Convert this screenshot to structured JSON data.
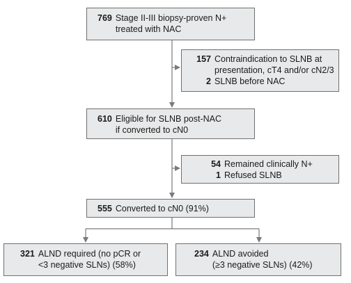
{
  "nodes": {
    "enrolled": {
      "count": "769",
      "line1": "Stage II-III biopsy-proven N+",
      "line2": "treated with NAC"
    },
    "excluded1": {
      "items": [
        {
          "count": "157",
          "line1": "Contraindication to SLNB at",
          "line2": "presentation, cT4 and/or cN2/3"
        },
        {
          "count": "2",
          "line1": "SLNB before NAC"
        }
      ]
    },
    "eligible": {
      "count": "610",
      "line1": "Eligible for SLNB post-NAC",
      "line2": "if converted to cN0"
    },
    "excluded2": {
      "items": [
        {
          "count": "54",
          "line1": "Remained clinically N+"
        },
        {
          "count": "1",
          "line1": "Refused SLNB"
        }
      ]
    },
    "converted": {
      "count": "555",
      "line1": "Converted to cN0 (91%)"
    },
    "alnd_required": {
      "count": "321",
      "line1": "ALND required (no pCR or",
      "line2": "<3 negative SLNs) (58%)"
    },
    "alnd_avoided": {
      "count": "234",
      "line1": "ALND avoided",
      "line2": "(≥3 negative SLNs) (42%)"
    }
  },
  "colors": {
    "box_fill": "#e8e9ea",
    "box_border": "#6f6f6f",
    "arrow": "#7a7a7a"
  }
}
